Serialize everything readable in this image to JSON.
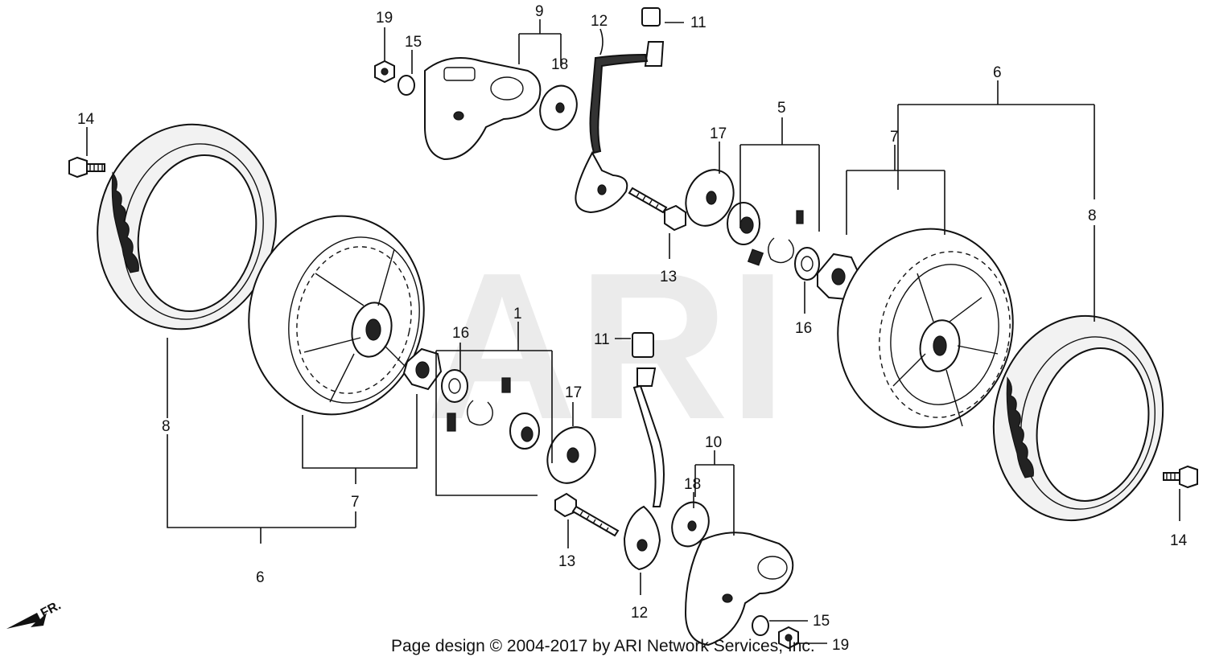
{
  "watermark": "ARI",
  "footer": "Page design © 2004-2017 by ARI Network Services, Inc.",
  "direction_label": "FR.",
  "callouts": {
    "c1": "1",
    "c5": "5",
    "c6_left": "6",
    "c6_right": "6",
    "c7_left": "7",
    "c7_right": "7",
    "c8_left": "8",
    "c8_right": "8",
    "c9": "9",
    "c10": "10",
    "c11_top": "11",
    "c11_mid": "11",
    "c12_top": "12",
    "c12_bottom": "12",
    "c13_top": "13",
    "c13_bottom": "13",
    "c14_left": "14",
    "c14_right": "14",
    "c15_top": "15",
    "c15_bottom": "15",
    "c16_left": "16",
    "c16_right": "16",
    "c17_left": "17",
    "c17_right": "17",
    "c18_top": "18",
    "c18_bottom": "18",
    "c19_top": "19",
    "c19_bottom": "19"
  }
}
